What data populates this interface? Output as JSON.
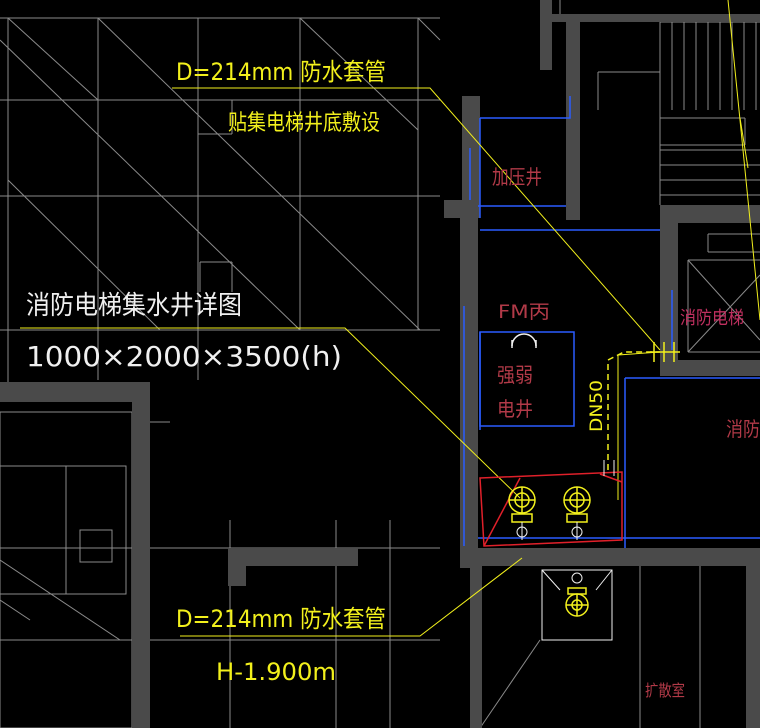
{
  "colors": {
    "background": "#000000",
    "wall": "#4a4a4a",
    "thin_line": "#9a9a9a",
    "blue_line": "#2a5cff",
    "yellow": "#f2f01c",
    "red": "#e0202a",
    "pink_text": "#b23a48",
    "white_text": "#f0f0f0"
  },
  "annotations": {
    "top_note_line1": "D=214mm 防水套管",
    "top_note_line2": "贴集电梯井底敷设",
    "title_line1": "消防电梯集水井详图",
    "title_line2": "1000×2000×3500(h)",
    "bottom_note_line1": "D=214mm 防水套管",
    "bottom_note_line2": "H-1.900m",
    "pipe_label": "DN50"
  },
  "rooms": {
    "pressure_shaft": "加压井",
    "fm_valve": "FM丙",
    "strong_weak_line1": "强弱",
    "strong_weak_line2": "电井",
    "fire_elevator": "消防电梯",
    "fire_partial": "消防",
    "expansion_room": "扩散室"
  },
  "icons": [
    "pump-icon",
    "pump-icon",
    "pump-icon",
    "door-swing-icon",
    "pipe-sleeve-icon"
  ]
}
